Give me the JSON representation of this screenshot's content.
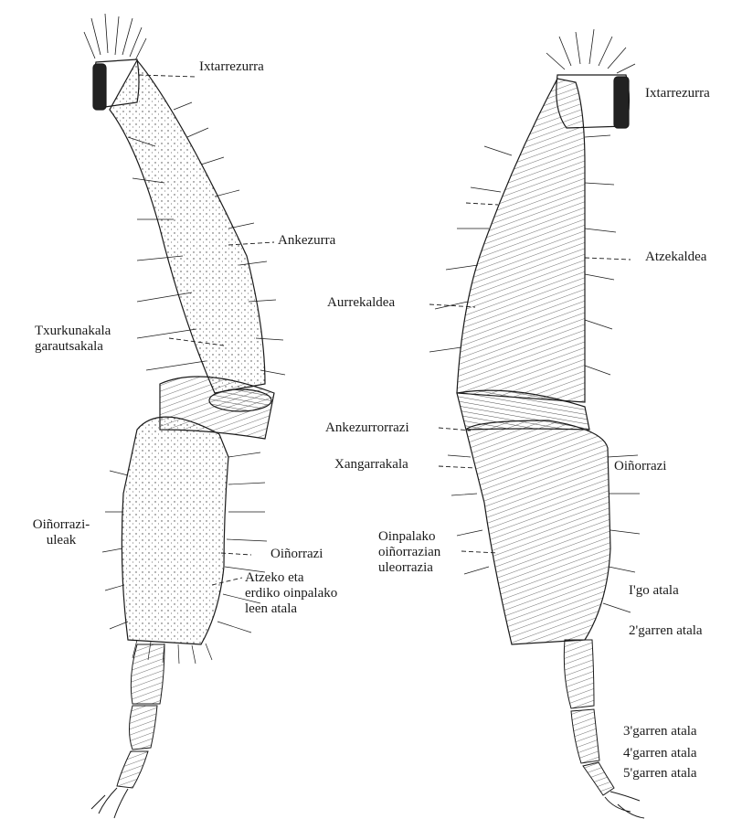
{
  "figure": {
    "left_leg": {
      "labels": {
        "ixtarrezurra": "Ixtarrezurra",
        "ankezurra": "Ankezurra",
        "txurkunakala": [
          "Txurkunakala",
          "garautsakala"
        ],
        "oinorrazi_uleak": [
          "Oiñorrazi-",
          "uleak"
        ],
        "oinorrazi": "Oiñorrazi",
        "atzeko_eta": [
          "Atzeko eta",
          "erdiko oinpalako",
          "leen atala"
        ]
      }
    },
    "right_leg": {
      "labels": {
        "ixtarrezurra": "Ixtarrezurra",
        "atzekaldea": "Atzekaldea",
        "aurrekaldea": "Aurrekaldea",
        "ankezurrorrazi": "Ankezurrorrazi",
        "xangarrakala": "Xangarrakala",
        "oinorrazi": "Oiñorrazi",
        "oinpalako": [
          "Oinpalako",
          "oiñorrazian",
          "uleorrazia"
        ],
        "atala_1": "I'go atala",
        "atala_2": "2'garren atala",
        "atala_3": "3'garren atala",
        "atala_4": "4'garren atala",
        "atala_5": "5'garren atala"
      }
    },
    "ink_color": "#1a1a1a"
  }
}
